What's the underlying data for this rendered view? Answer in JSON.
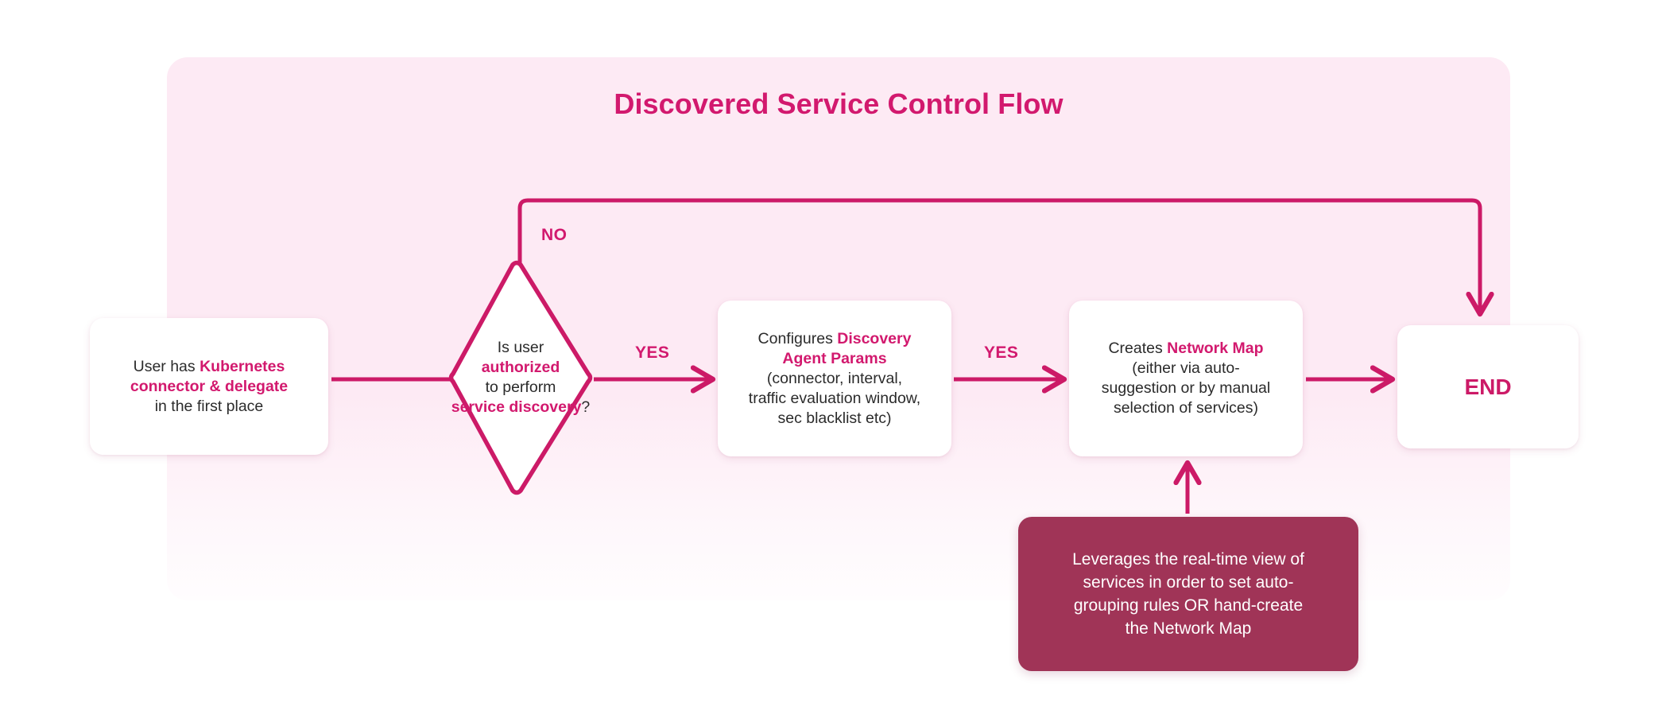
{
  "diagram": {
    "title": "Discovered Service Control Flow",
    "colors": {
      "accent": "#d2196e",
      "panel_bg": "#fdeaf4",
      "note_bg": "#a03457",
      "node_bg": "#ffffff",
      "body_text": "#2b2b2b",
      "note_text": "#ffffff",
      "canvas_bg": "#ffffff"
    },
    "nodes": {
      "user": {
        "type": "process",
        "lines": [
          [
            {
              "t": "User has ",
              "em": false
            },
            {
              "t": "Kubernetes",
              "em": true
            }
          ],
          [
            {
              "t": "connector & delegate",
              "em": true
            }
          ],
          [
            {
              "t": "in the first place",
              "em": false
            }
          ]
        ]
      },
      "decision": {
        "type": "decision",
        "lines": [
          [
            {
              "t": "Is user",
              "em": false
            }
          ],
          [
            {
              "t": "authorized",
              "em": true
            }
          ],
          [
            {
              "t": "to perform",
              "em": false
            }
          ],
          [
            {
              "t": "service discovery",
              "em": true
            },
            {
              "t": "?",
              "em": false
            }
          ]
        ]
      },
      "params": {
        "type": "process",
        "lines": [
          [
            {
              "t": "Configures ",
              "em": false
            },
            {
              "t": "Discovery",
              "em": true
            }
          ],
          [
            {
              "t": "Agent Params",
              "em": true
            }
          ],
          [
            {
              "t": "(connector, interval,",
              "em": false
            }
          ],
          [
            {
              "t": "traffic evaluation window,",
              "em": false
            }
          ],
          [
            {
              "t": "sec blacklist etc)",
              "em": false
            }
          ]
        ]
      },
      "netmap": {
        "type": "process",
        "lines": [
          [
            {
              "t": "Creates ",
              "em": false
            },
            {
              "t": "Network Map",
              "em": true
            }
          ],
          [
            {
              "t": "(either via auto-",
              "em": false
            }
          ],
          [
            {
              "t": "suggestion or by manual",
              "em": false
            }
          ],
          [
            {
              "t": "selection of services)",
              "em": false
            }
          ]
        ]
      },
      "end": {
        "type": "terminator",
        "label": "END"
      },
      "note": {
        "type": "annotation",
        "lines": [
          "Leverages the real-time view of",
          "services in order to set auto-",
          "grouping rules OR hand-create",
          "the Network Map"
        ]
      }
    },
    "edges": [
      {
        "from": "user",
        "to": "decision",
        "label": ""
      },
      {
        "from": "decision",
        "to": "params",
        "label": "YES"
      },
      {
        "from": "params",
        "to": "netmap",
        "label": "YES"
      },
      {
        "from": "netmap",
        "to": "end",
        "label": ""
      },
      {
        "from": "decision",
        "to": "end",
        "label": "NO"
      },
      {
        "from": "note",
        "to": "netmap",
        "label": ""
      }
    ],
    "edge_labels": {
      "no": "NO",
      "yes_1": "YES",
      "yes_2": "YES"
    }
  }
}
